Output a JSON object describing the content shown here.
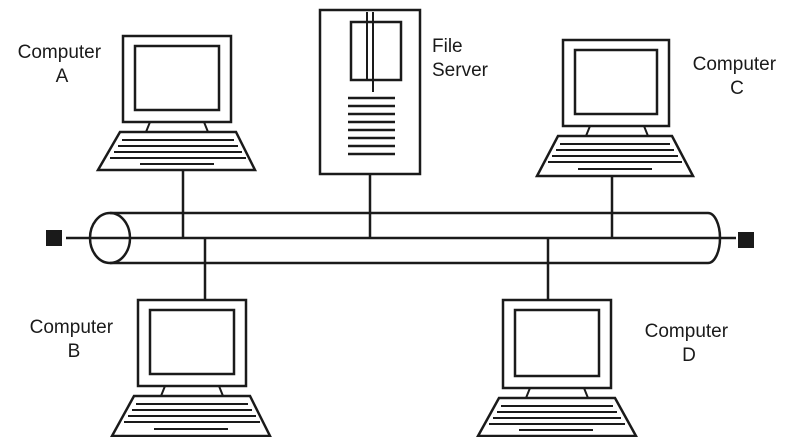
{
  "labels": {
    "computer_a": [
      "Computer",
      "A"
    ],
    "computer_b": [
      "Computer",
      "B"
    ],
    "computer_c": [
      "Computer",
      "C"
    ],
    "computer_d": [
      "Computer",
      "D"
    ],
    "file_server": [
      "File",
      "Server"
    ]
  },
  "colors": {
    "ink": "#1a1a1a",
    "background": "#ffffff"
  },
  "icons": [
    "computer-icon",
    "file-server-icon",
    "bus-cable",
    "bus-terminator-icon"
  ]
}
